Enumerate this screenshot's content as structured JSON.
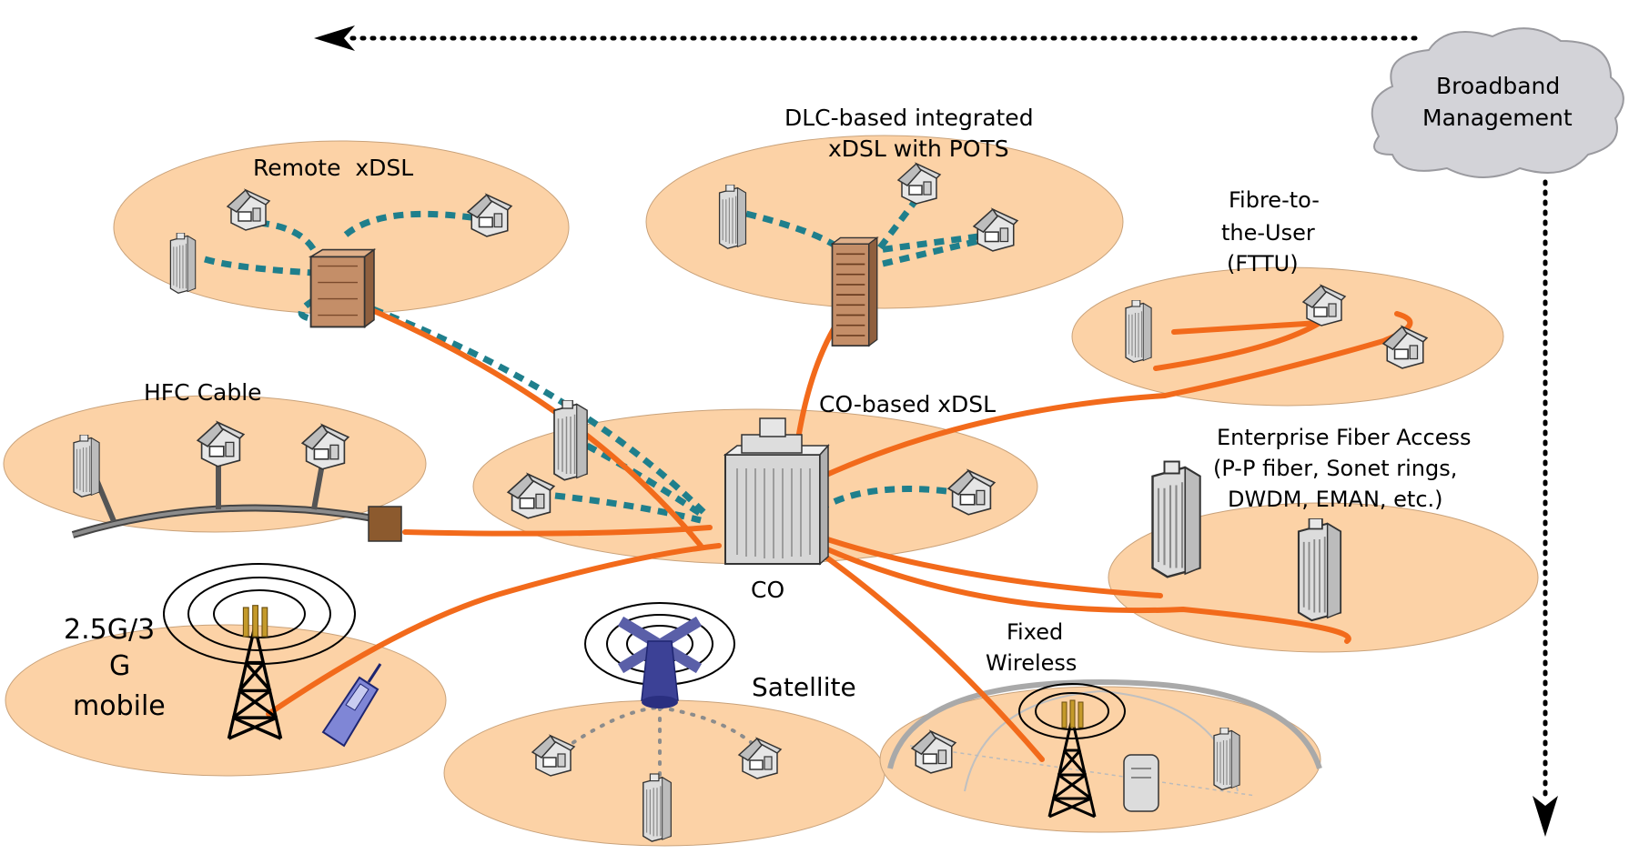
{
  "labels": {
    "remote_xdsl": "Remote  xDSL",
    "dlc_line1": "DLC-based integrated",
    "dlc_line2": "xDSL with POTS",
    "fttu_line1": "Fibre-to-",
    "fttu_line2": "the-User",
    "fttu_line3": "(FTTU)",
    "hfc": "HFC Cable",
    "co_xdsl": "CO-based xDSL",
    "enterprise_line1": "Enterprise Fiber Access",
    "enterprise_line2": "(P-P fiber, Sonet rings,",
    "enterprise_line3": "DWDM, EMAN, etc.)",
    "co": "CO",
    "mobile_line1": "2.5G/3",
    "mobile_line2": "G",
    "mobile_line3": "mobile",
    "satellite": "Satellite",
    "fixed_line1": "Fixed",
    "fixed_line2": "Wireless",
    "mgmt_line1": "Broadband",
    "mgmt_line2": "Management"
  },
  "colors": {
    "region_fill": "#fcd2a6",
    "fiber": "#f26a1b",
    "xdsl_dash": "#1f7f8c",
    "building": "#c9c9c9",
    "cloud": "#d3d3d8",
    "cabinet": "#b37b55",
    "cable_box": "#8c5a2e"
  },
  "icons": {
    "house": "house-icon",
    "office": "office-building-icon",
    "co": "central-office-icon",
    "tower": "radio-tower-icon",
    "phone": "mobile-phone-icon",
    "satellite": "satellite-icon",
    "cloud": "cloud-icon",
    "cabinet": "dslam-cabinet-icon"
  }
}
